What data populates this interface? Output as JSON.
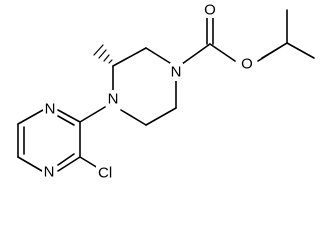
{
  "atoms": {
    "n_piperazine_carbamate": "N",
    "n_piperazine_aryl": "N",
    "o_carbonyl": "O",
    "o_ester": "O",
    "n_pyrazine_top": "N",
    "n_pyrazine_bottom": "N",
    "cl": "Cl"
  },
  "colors": {
    "bond": "#000000",
    "label": "#000000",
    "background": "#ffffff"
  },
  "stereo": {
    "methyl_bond": "hashed-wedge"
  }
}
